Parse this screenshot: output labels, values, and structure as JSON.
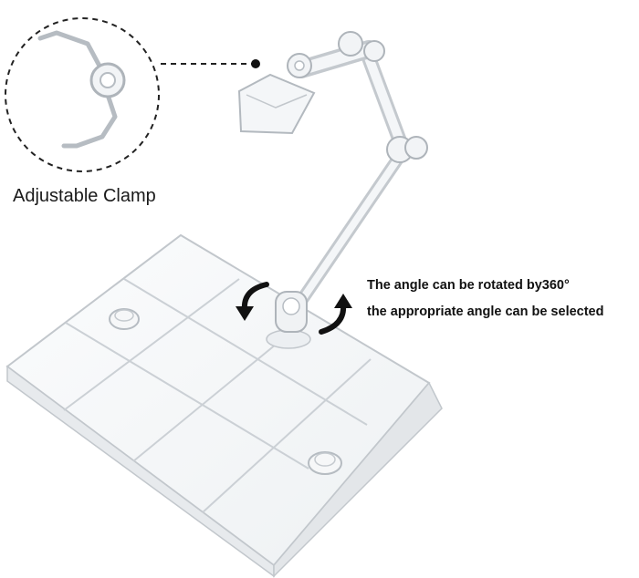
{
  "labels": {
    "clamp": "Adjustable Clamp",
    "rotation_line1": "The angle can be rotated by360°",
    "rotation_line2": "the appropriate angle can be selected"
  },
  "colors": {
    "outline": "#b9bec4",
    "plastic": "#f2f4f6",
    "arrow": "#111111"
  }
}
